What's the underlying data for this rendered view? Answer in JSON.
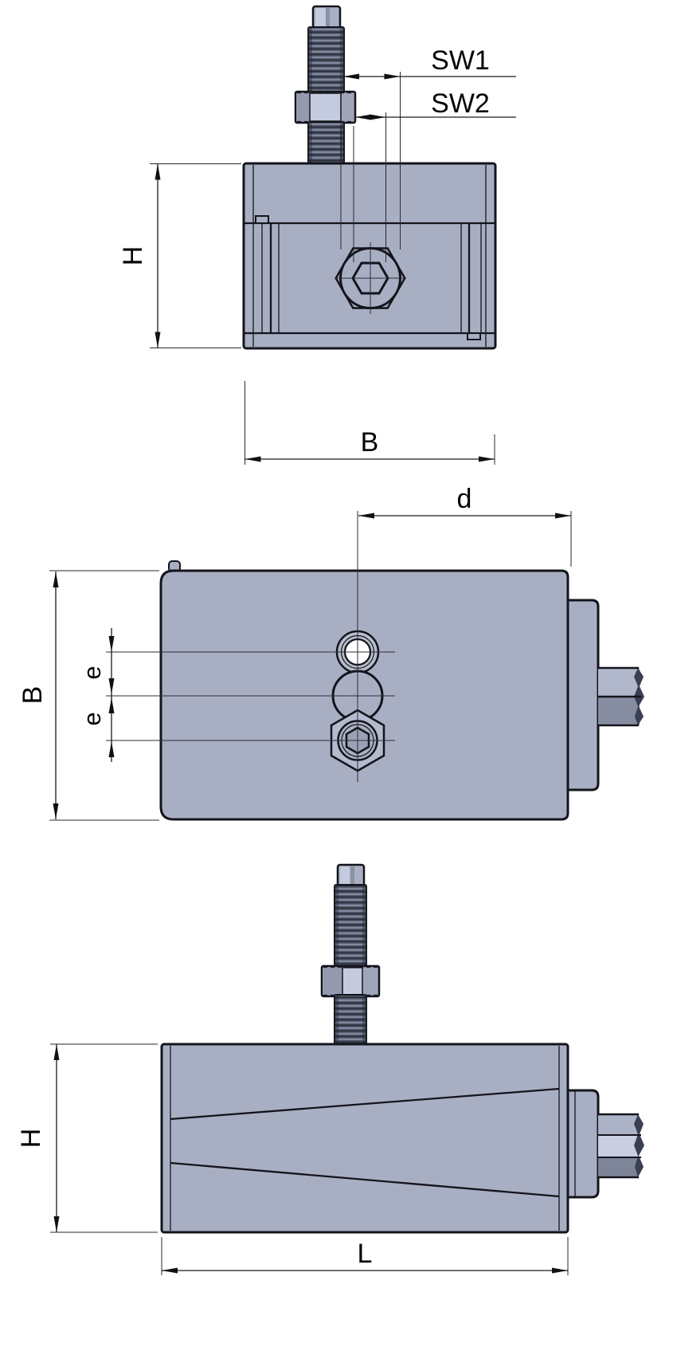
{
  "drawing_type": "technical-drawing-three-views",
  "labels": {
    "front_h": "H",
    "front_b": "B",
    "sw1": "SW1",
    "sw2": "SW2",
    "top_d": "d",
    "top_b": "B",
    "top_e1": "e",
    "top_e2": "e",
    "side_h": "H",
    "side_l": "L"
  },
  "colors": {
    "body": "#a9afc3",
    "body_light": "#c5cbde",
    "body_medium": "#9fa6ba",
    "body_shade": "#949bb0",
    "body_dark": "#7e8599",
    "shaft_top": "#b2b8cb",
    "shaft_bottom": "#868da1",
    "thread_base": "#515768",
    "thread_light": "#838aa0",
    "thread_dark": "#272b38",
    "hole_white": "#ffffff",
    "outline": "#14141c",
    "dimension": "#1a1a1a"
  }
}
